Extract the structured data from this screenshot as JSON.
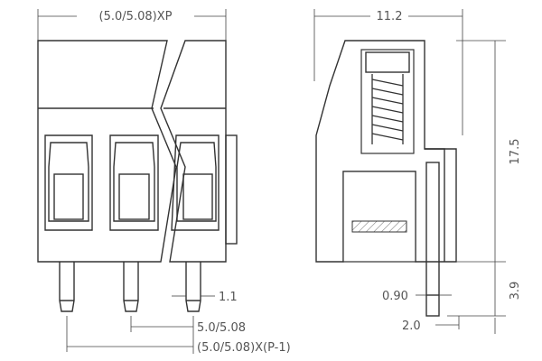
{
  "drawing": {
    "front_view": {
      "width_label": "(5.0/5.08)XP",
      "pin_width_label": "1.1",
      "pitch_label": "5.0/5.08",
      "total_pitch_label": "(5.0/5.08)X(P-1)"
    },
    "side_view": {
      "depth_label": "11.2",
      "height_label": "17.5",
      "pin_length_label": "3.9",
      "pin_thickness_label": "0.90",
      "pin_offset_label": "2.0"
    },
    "line_color": "#333333"
  }
}
